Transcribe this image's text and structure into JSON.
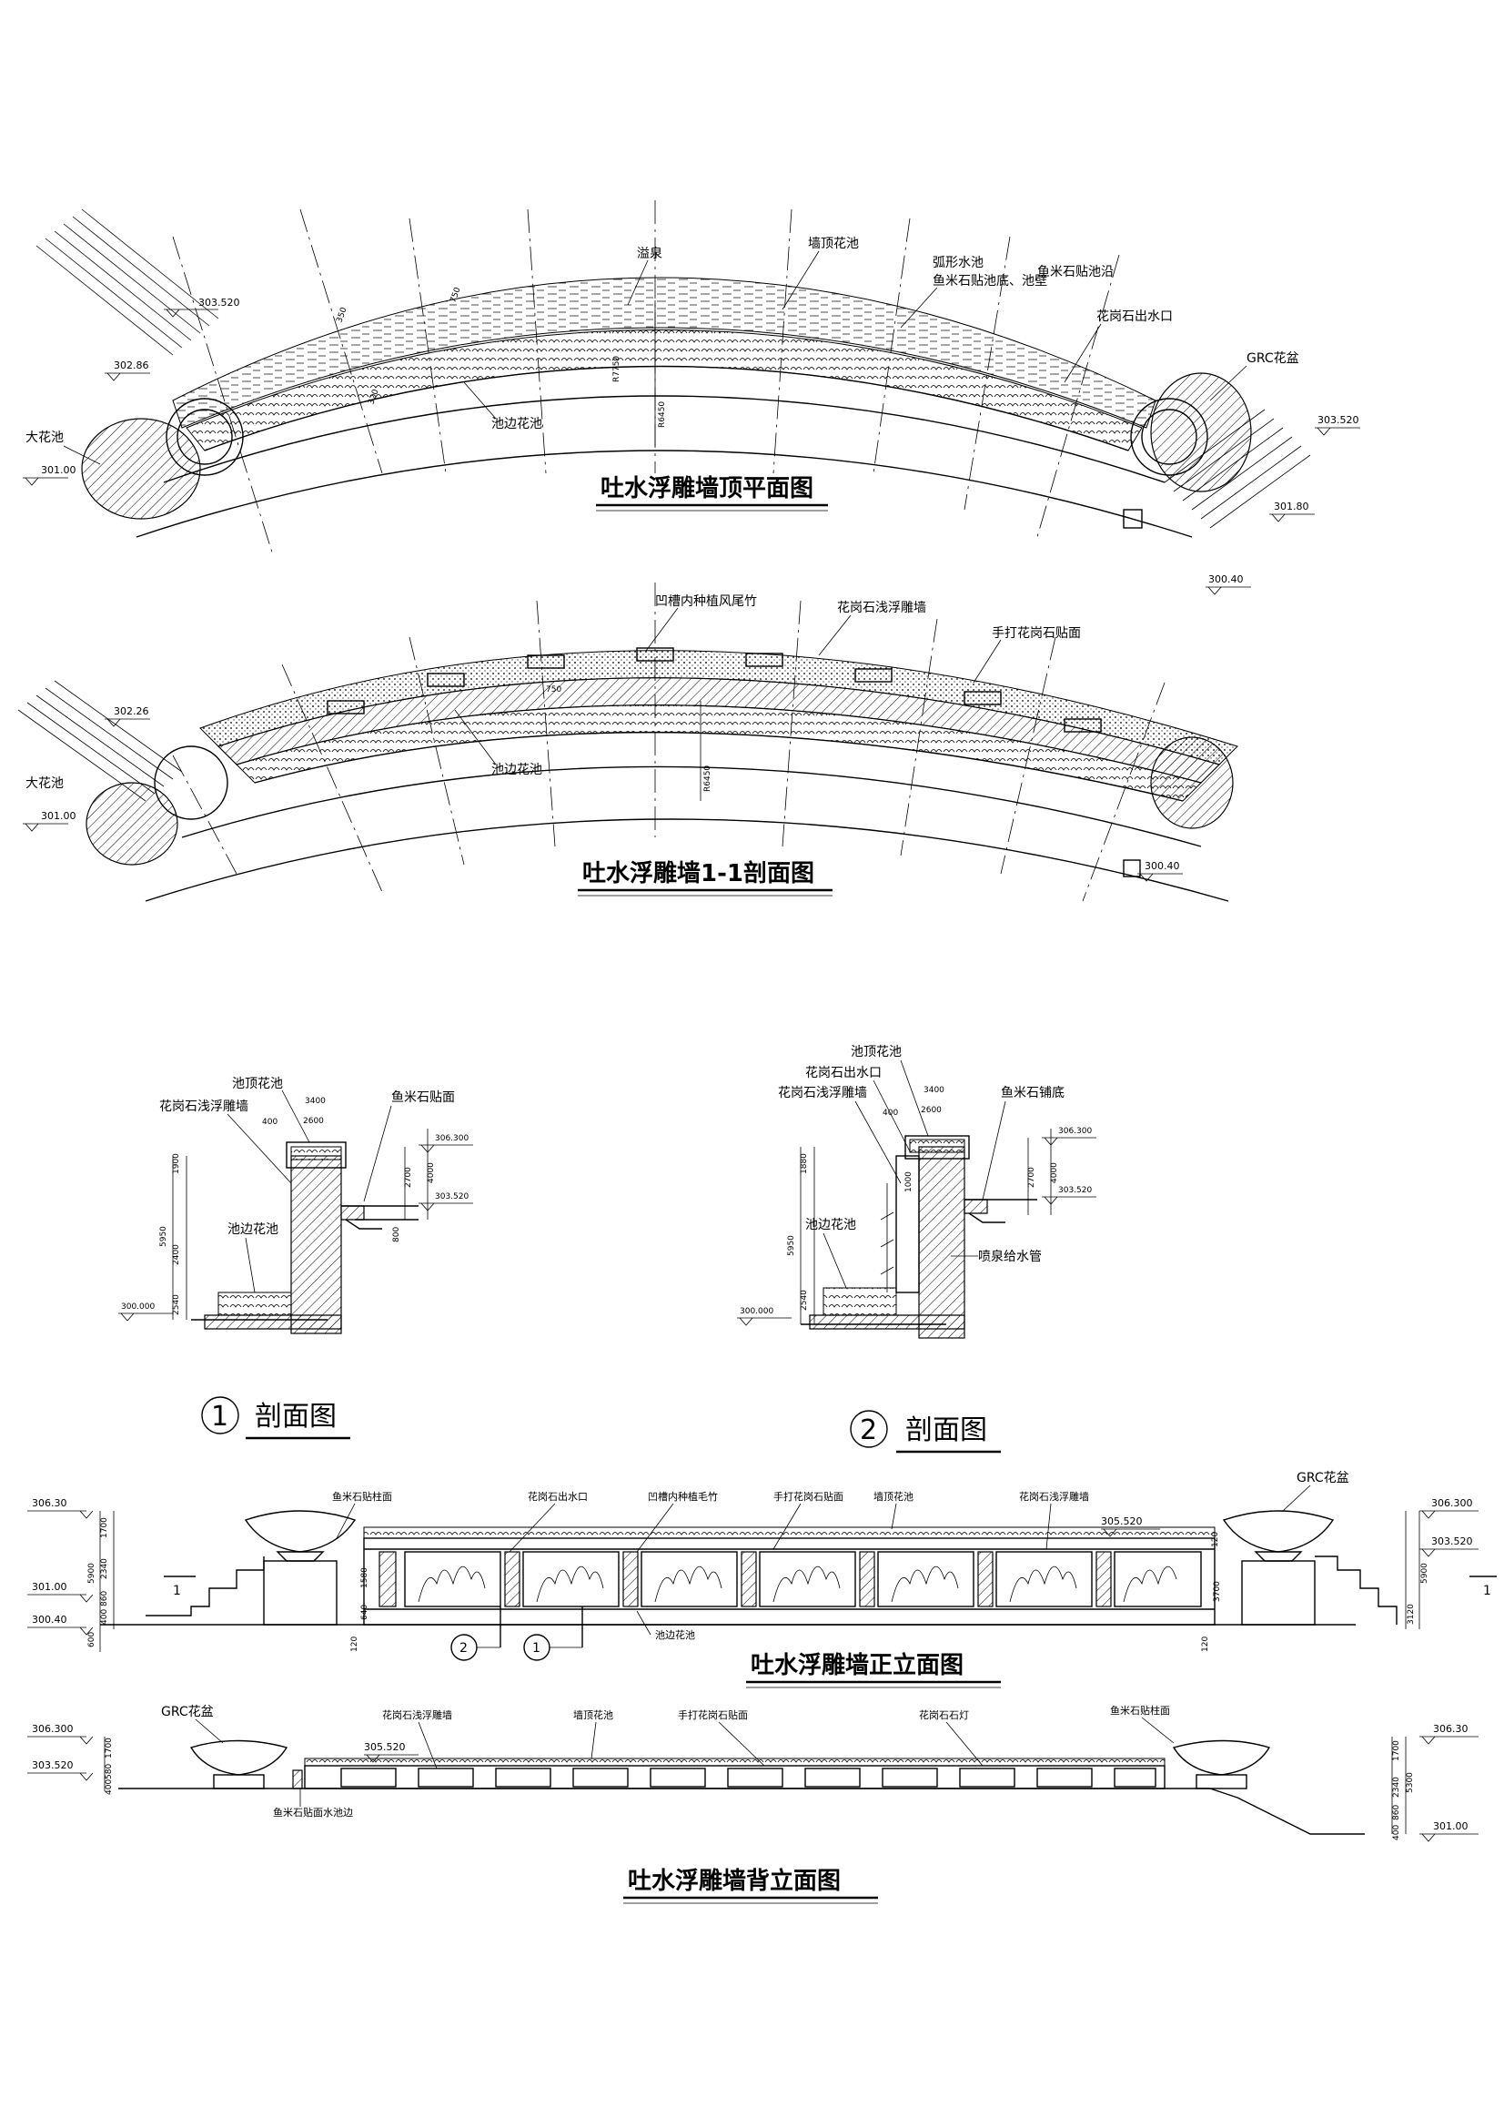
{
  "plan": {
    "title": "吐水浮雕墙顶平面图",
    "labels": {
      "spring": "溢泉",
      "top_planter": "墙顶花池",
      "arc_pool": "弧形水池",
      "pebble_bottom": "鱼米石贴池底、池壁",
      "pebble_edge": "鱼米石贴池沿",
      "granite_outlet": "花岗石出水口",
      "grc_pot": "GRC花盆",
      "big_planter": "大花池",
      "side_planter": "池边花池"
    },
    "elevations": {
      "e1": "303.520",
      "e2": "302.86",
      "e3": "301.00",
      "e4": "303.520",
      "e5": "301.80",
      "e6": "300.40"
    },
    "dims": {
      "d1": "350",
      "d2": "750",
      "d3": "320",
      "d4": "R7750",
      "d5": "R6450"
    }
  },
  "section11": {
    "title": "吐水浮雕墙1-1剖面图",
    "labels": {
      "groove_bamboo": "凹槽内种植风尾竹",
      "granite_relief": "花岗石浅浮雕墙",
      "hand_granite": "手打花岗石贴面",
      "side_planter": "池边花池",
      "big_planter": "大花池"
    },
    "elevations": {
      "e1": "302.26",
      "e2": "301.00",
      "e3": "300.40"
    },
    "dims": {
      "d1": "750",
      "d2": "R6450"
    }
  },
  "detail1": {
    "number": "1",
    "title": "剖面图",
    "labels": {
      "top_planter": "池顶花池",
      "granite_relief": "花岗石浅浮雕墙",
      "pebble_face": "鱼米石贴面",
      "side_planter": "池边花池"
    },
    "elevations": {
      "e1": "306.300",
      "e2": "303.520",
      "e3": "300.000"
    },
    "dims": {
      "w1": "3400",
      "w2": "2600",
      "h1": "1900",
      "h2": "2400",
      "h3": "2540",
      "h4": "5950",
      "h5": "2700",
      "h6": "4000",
      "h7": "400",
      "h8": "800"
    }
  },
  "detail2": {
    "number": "2",
    "title": "剖面图",
    "labels": {
      "top_planter": "池顶花池",
      "granite_outlet": "花岗石出水口",
      "granite_relief": "花岗石浅浮雕墙",
      "pebble_bottom": "鱼米石铺底",
      "side_planter": "池边花池",
      "spray_pipe": "喷泉给水管"
    },
    "elevations": {
      "e1": "306.300",
      "e2": "303.520",
      "e3": "300.000"
    },
    "dims": {
      "w1": "3400",
      "w2": "2600",
      "h1": "1880",
      "h2": "2540",
      "h3": "5950",
      "h4": "2700",
      "h5": "4000",
      "h6": "400",
      "h7": "1000"
    }
  },
  "front": {
    "title": "吐水浮雕墙正立面图",
    "labels": {
      "pebble_column": "鱼米石贴柱面",
      "granite_outlet": "花岗石出水口",
      "groove_bamboo": "凹槽内种植毛竹",
      "hand_granite": "手打花岗石贴面",
      "wall_planter": "墙顶花池",
      "granite_relief": "花岗石浅浮雕墙",
      "grc_pot": "GRC花盆",
      "side_planter": "池边花池",
      "section_mark": "1"
    },
    "elevations": {
      "l1": "306.30",
      "l2": "301.00",
      "l3": "300.40",
      "mid": "305.520",
      "r1": "306.300",
      "r2": "303.520"
    },
    "dims": {
      "a": "1700",
      "b": "2340",
      "c": "860",
      "d": "400",
      "e": "600",
      "f": "5900",
      "g": "120",
      "h": "1580",
      "i": "640",
      "j": "120",
      "k": "3700",
      "m": "3120",
      "n": "5900",
      "o": "120"
    },
    "callouts": [
      "2",
      "1"
    ]
  },
  "back": {
    "title": "吐水浮雕墙背立面图",
    "labels": {
      "grc_pot": "GRC花盆",
      "granite_relief": "花岗石浅浮雕墙",
      "wall_planter": "墙顶花池",
      "hand_granite": "手打花岗石贴面",
      "granite_lamp": "花岗石石灯",
      "pebble_column": "鱼米石贴柱面",
      "pebble_edge": "鱼米石贴面水池边"
    },
    "elevations": {
      "l1": "306.300",
      "l2": "303.520",
      "mid": "305.520",
      "r1": "306.30",
      "r2": "301.00"
    },
    "dims": {
      "a": "1700",
      "b": "580",
      "c": "400",
      "d": "1700",
      "e": "2340",
      "f": "860",
      "g": "400",
      "h": "5300"
    }
  }
}
